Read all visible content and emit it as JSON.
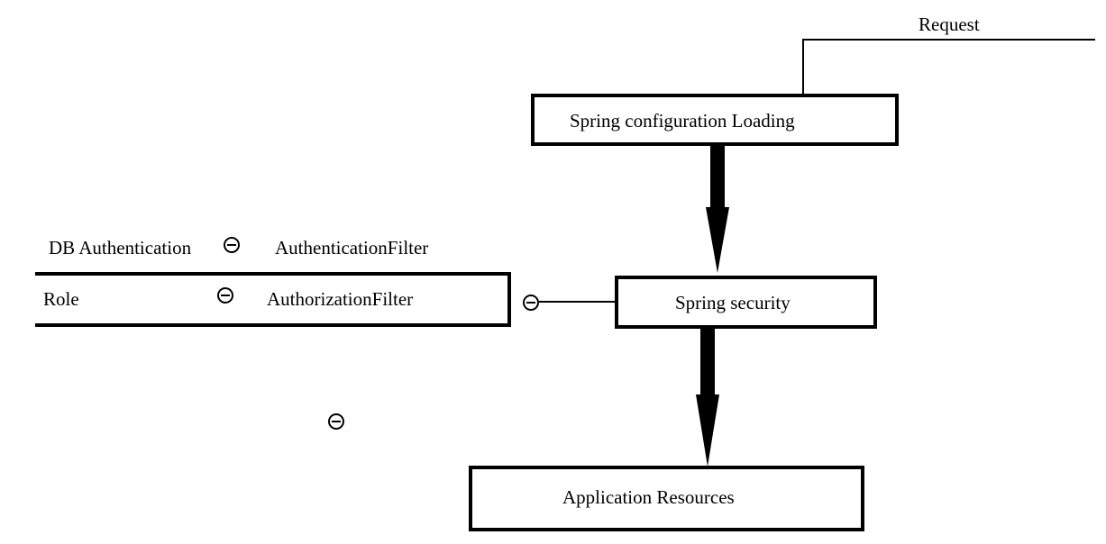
{
  "request": {
    "label": "Request"
  },
  "nodes": {
    "spring_config": {
      "label": "Spring configuration Loading"
    },
    "spring_security": {
      "label": "Spring security"
    },
    "app_resources": {
      "label": "Application Resources"
    }
  },
  "filters": {
    "db_auth": {
      "label": "DB Authentication"
    },
    "authentication_filter": {
      "label": "AuthenticationFilter"
    },
    "role": {
      "label": "Role"
    },
    "authorization_filter": {
      "label": "AuthorizationFilter"
    }
  },
  "icons": {
    "filter_symbol": "circle-minus-icon"
  },
  "colors": {
    "line": "#000000",
    "background": "#ffffff"
  }
}
